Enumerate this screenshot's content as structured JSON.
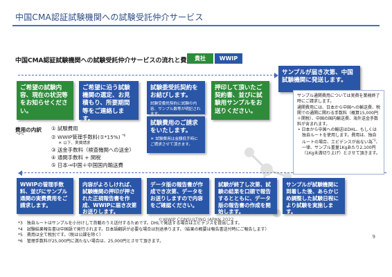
{
  "header": {
    "title": "中国CMA認証試験機関への試験受託仲介サービス"
  },
  "subtitle": "中国CMA認証試験機関への試験受託仲介サービスの流れと費用",
  "tags": {
    "client": "貴社",
    "wwip": "WWIP"
  },
  "flow": {
    "row1": [
      {
        "main": "ご希望の試験内容、現在の状況等をお知らせください。",
        "note": ""
      },
      {
        "main": "ご希望に沿う試験機関の選定、お見積もり、所要期間等をご連絡します。",
        "note": ""
      },
      {
        "main": "試験委受託契約をお結びします。",
        "note": "試験受委託契約に試験の内容、サンプル数等が明記されます。"
      },
      {
        "main": "試験費用のご請求をいたします。",
        "note": "＊ 試験費用は金額低手時にご請求させて頂きます。"
      },
      {
        "main": "押印して頂いたご契約書、並びに試験用サンプルをお送りください。",
        "note": ""
      },
      {
        "main": "サンプルが届き次第、中国試験機関に発送します。",
        "note": ""
      }
    ],
    "row2": [
      {
        "main": "WWIPの管理手数料、並びにサンプル通関の実費費用をご請求します。"
      },
      {
        "main": "内容がよろしければ、試験機関の押印が押された正規報告書を作成、WWIPに届き次第お送りします。"
      },
      {
        "main": "データ版の報告書が作成でき次第、データをお送りしますので内容をご確認ください。"
      },
      {
        "main": "試験が終了し次第、試験の結果を口頭で報告するとともに、データ版の報告書の作成を開始します。"
      },
      {
        "main": "サンプルが試験機関に到着した後、あらかじめ調整した試験日程により試験を実施します。"
      }
    ]
  },
  "fees": {
    "label": "費用の内訳",
    "label_sup": "*4*5",
    "items": [
      "① 試験費用",
      "② WWIP管理手数料(①*15%)",
      "＊ 以下、実費請求",
      "③ 送金手数料（検査機関への送金）",
      "④ 通関手数料 + 関税",
      "⑤ 日本→中国＋中国国内輸送費"
    ],
    "item2_sup": "*6"
  },
  "notes": {
    "p1": "サンプル通関費用については実費を業務終了時にご請求します。",
    "p2": "通関費用には、日本から中国への輸送費、税関での通関に関わる手数料（概算15,000円＋関税）、中国の国内輸送費、海外送金手数料が含まれます。",
    "b1": "日本から中国への輸送はDHL、もしくは独自ルートを使用します。費用は、独自ルートの場合、エビデンスが出ない為",
    "b1_sup": "*3",
    "b1_tail": "、一律、サンプル重量1Kgあたり2,100円（1Kg未満切り上げ）とさせて頂きます。"
  },
  "footnotes": [
    "*3　独自ルートはサンプルを小分けして貨載のうえ送付するためです。DHLで発送する場合はエビデンスを提出します。",
    "*4　試験結果報告書は中国語で発行されます。日本語翻訳が必要な場合は別途承ります。（結果の概要は報告書送付時にご報告します）",
    "*5　費用は全て税別です。（税は公課を除く）",
    "*6　管理手数料が25,000円に満たない場合は、25,000円とさせて頂きます。"
  ],
  "footer": {
    "copyright": "©WWIP CONSULTING JAPAN 2022",
    "page": "9"
  },
  "colors": {
    "accent_blue": "#2a56a8",
    "accent_green": "#2e8b3a",
    "title_blue": "#2b4d86"
  }
}
